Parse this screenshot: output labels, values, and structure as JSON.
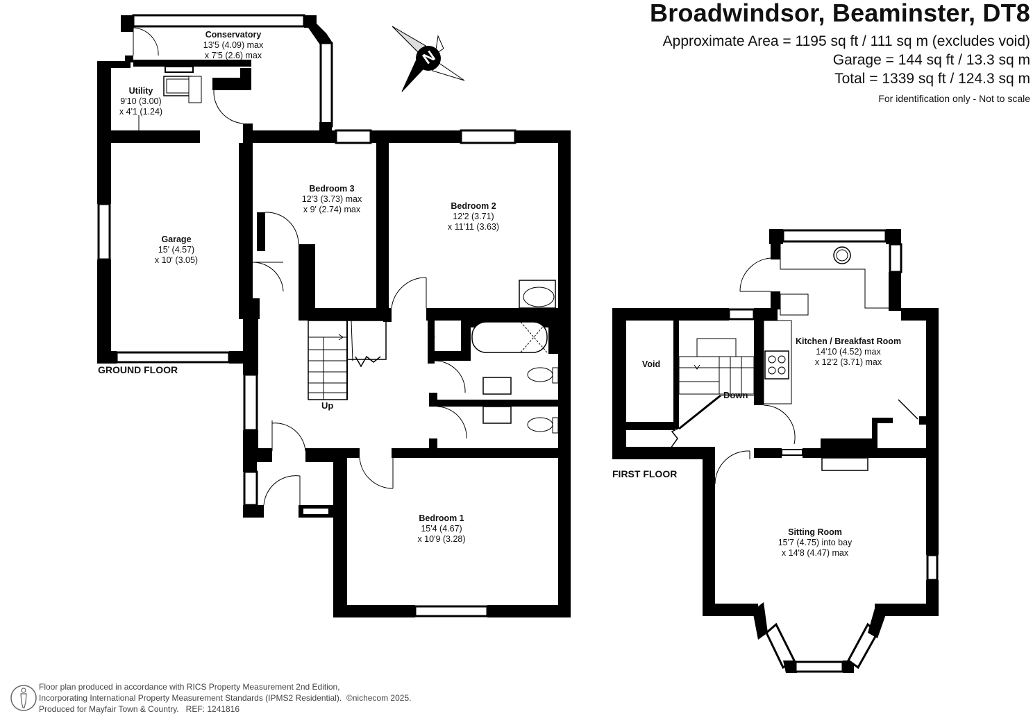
{
  "header": {
    "title": "Broadwindsor, Beaminster, DT8",
    "area_lines": [
      "Approximate Area = 1195 sq ft / 111 sq m (excludes void)",
      "Garage = 144 sq ft / 13.3 sq m",
      "Total = 1339 sq ft / 124.3 sq m"
    ],
    "note": "For identification only - Not to scale"
  },
  "compass": {
    "label": "N"
  },
  "ground_floor": {
    "label": "GROUND FLOOR",
    "stairs_label": "Up",
    "rooms": [
      {
        "name": "Conservatory",
        "dims": [
          "13'5 (4.09) max",
          "x 7'5 (2.6) max"
        ]
      },
      {
        "name": "Utility",
        "dims": [
          "9'10 (3.00)",
          "x 4'1 (1.24)"
        ]
      },
      {
        "name": "Garage",
        "dims": [
          "15' (4.57)",
          "x 10' (3.05)"
        ]
      },
      {
        "name": "Bedroom 3",
        "dims": [
          "12'3 (3.73) max",
          "x 9' (2.74) max"
        ]
      },
      {
        "name": "Bedroom 2",
        "dims": [
          "12'2 (3.71)",
          "x 11'11 (3.63)"
        ]
      },
      {
        "name": "Bedroom 1",
        "dims": [
          "15'4 (4.67)",
          "x 10'9 (3.28)"
        ]
      }
    ]
  },
  "first_floor": {
    "label": "FIRST FLOOR",
    "stairs_label": "Down",
    "rooms": [
      {
        "name": "Void",
        "dims": []
      },
      {
        "name": "Kitchen / Breakfast Room",
        "dims": [
          "14'10 (4.52) max",
          "x 12'2 (3.71) max"
        ]
      },
      {
        "name": "Sitting Room",
        "dims": [
          "15'7 (4.75) into bay",
          "x 14'8 (4.47) max"
        ]
      }
    ]
  },
  "footer": {
    "lines": [
      "Floor plan produced in accordance with RICS Property Measurement 2nd Edition,",
      "Incorporating International Property Measurement Standards (IPMS2 Residential).",
      "Produced for Mayfair Town & Country."
    ],
    "copyright": "©nichecom 2025.",
    "ref": "REF:  1241816"
  },
  "colors": {
    "wall": "#000000",
    "window": "#ffffff",
    "text": "#111111",
    "footer_text": "#444444"
  }
}
